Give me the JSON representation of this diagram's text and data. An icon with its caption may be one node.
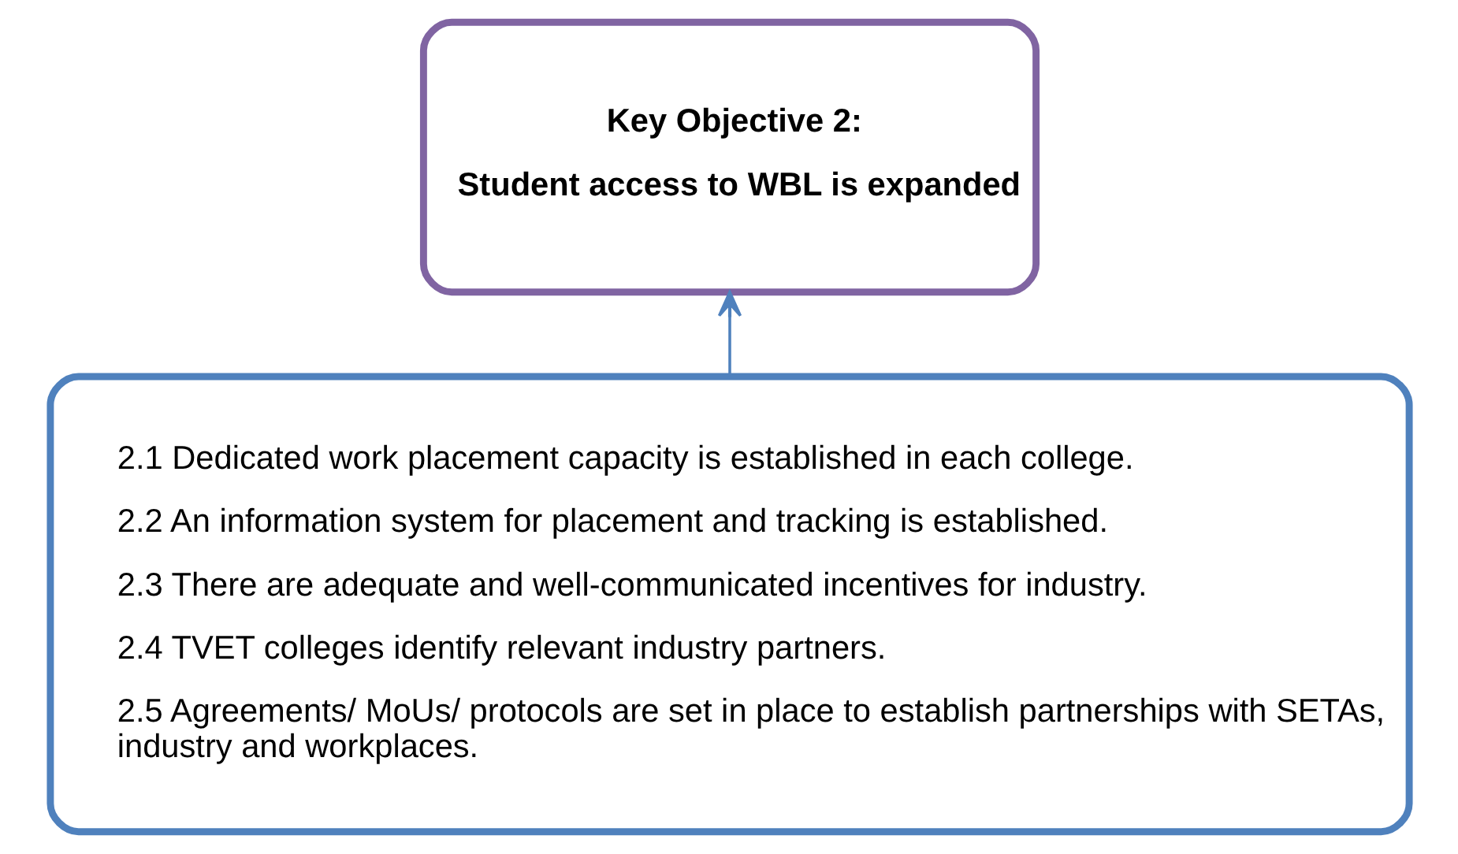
{
  "diagram": {
    "nodes": [
      {
        "text": [
          "Key Objective 2:",
          "Student access to WBL is expanded"
        ]
      },
      {
        "text": [
          "2.1 Dedicated work placement capacity is established in each college.",
          "2.2 An information system for placement and tracking is established.",
          "2.3 There are adequate and well-communicated incentives for industry.",
          "2.4 TVET colleges identify relevant industry partners.",
          "2.5 Agreements/ MoUs/ protocols are set in place to establish partnerships with SETAs, industry and workplaces."
        ]
      }
    ],
    "edges": [
      {
        "from": 1,
        "to": 0,
        "arrow": "to"
      }
    ]
  }
}
